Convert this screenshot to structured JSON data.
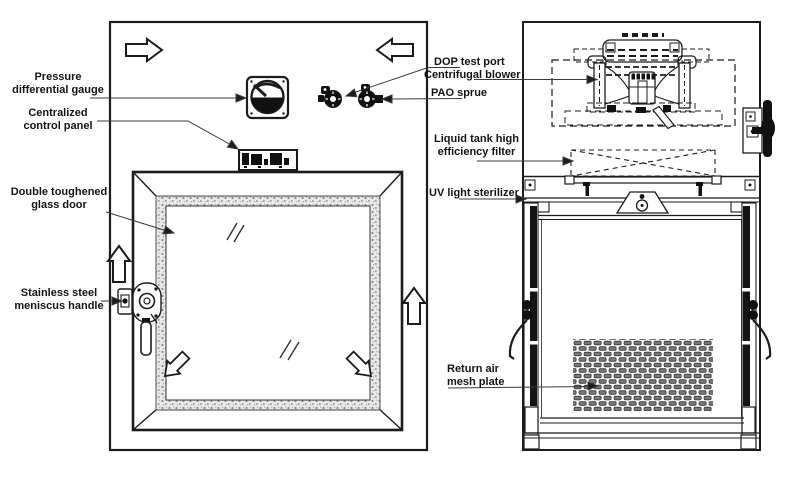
{
  "labels": {
    "pressure_gauge": [
      "Pressure",
      "differential gauge"
    ],
    "control_panel": [
      "Centralized",
      "control panel"
    ],
    "glass_door": [
      "Double toughened",
      "glass door"
    ],
    "handle": [
      "Stainless steel",
      "meniscus handle"
    ],
    "dop_port": [
      "DOP test port"
    ],
    "centrifugal_blower": [
      "Centrifugal blower"
    ],
    "pao_sprue": [
      "PAO sprue"
    ],
    "hepa_filter": [
      "Liquid tank high",
      "efficiency filter"
    ],
    "uv_sterilizer": [
      "UV light sterilizer"
    ],
    "return_air": [
      "Return air",
      "mesh plate"
    ]
  },
  "colors": {
    "line": "#1c1c1c",
    "leader": "#3a3a3a",
    "text": "#141414",
    "mesh_hole": "#787878",
    "stipple": "#8a8a8a",
    "background": "#ffffff"
  }
}
